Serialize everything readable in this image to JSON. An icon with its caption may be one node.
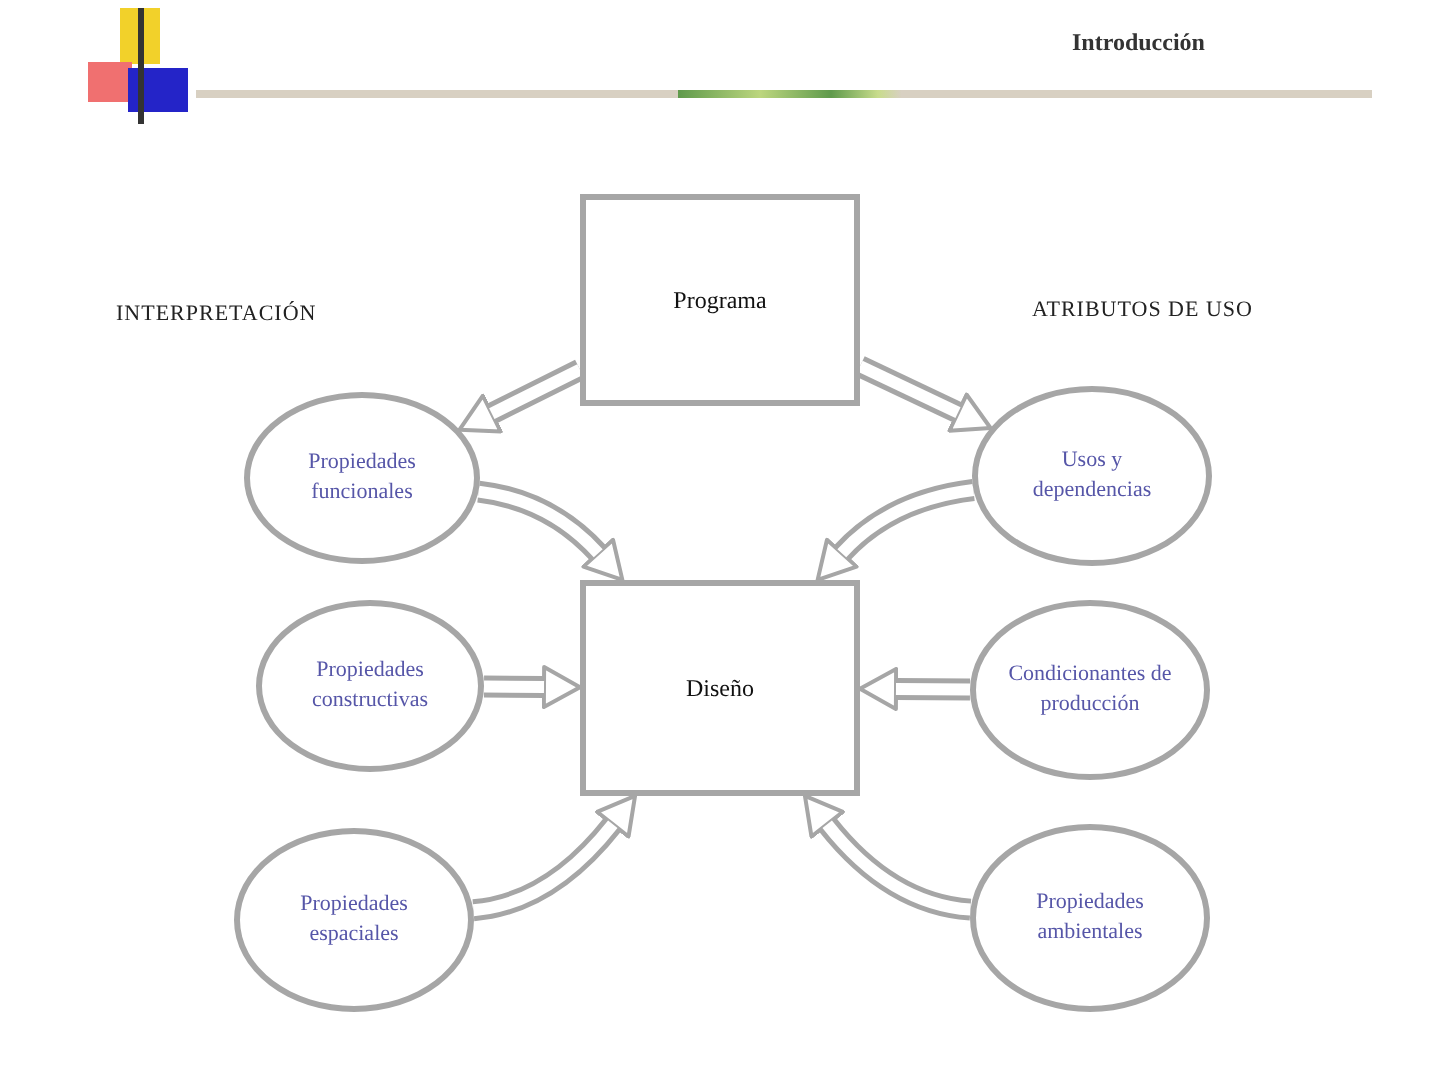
{
  "diagram": {
    "nodes": [
      {
        "text": [
          "Programa"
        ]
      },
      {
        "text": [
          "Propiedades funcionales"
        ]
      },
      {
        "text": [
          "Usos y dependencias"
        ]
      },
      {
        "text": [
          "Propiedades constructivas"
        ]
      },
      {
        "text": [
          "Diseño"
        ]
      },
      {
        "text": [
          "Condicionantes de producción"
        ]
      },
      {
        "text": [
          "Propiedades espaciales"
        ]
      },
      {
        "text": [
          "Propiedades ambientales"
        ]
      }
    ],
    "edges": [
      {
        "from": 0,
        "to": 1,
        "arrow": "to"
      },
      {
        "from": 0,
        "to": 2,
        "arrow": "to"
      },
      {
        "from": 1,
        "to": 4,
        "arrow": "to"
      },
      {
        "from": 2,
        "to": 4,
        "arrow": "to"
      },
      {
        "from": 3,
        "to": 4,
        "arrow": "to"
      },
      {
        "from": 5,
        "to": 4,
        "arrow": "to"
      },
      {
        "from": 6,
        "to": 4,
        "arrow": "to"
      },
      {
        "from": 7,
        "to": 4,
        "arrow": "to"
      }
    ],
    "labels": [
      "Introducción",
      "INTERPRETACIÓN",
      "ATRIBUTOS DE USO"
    ]
  }
}
